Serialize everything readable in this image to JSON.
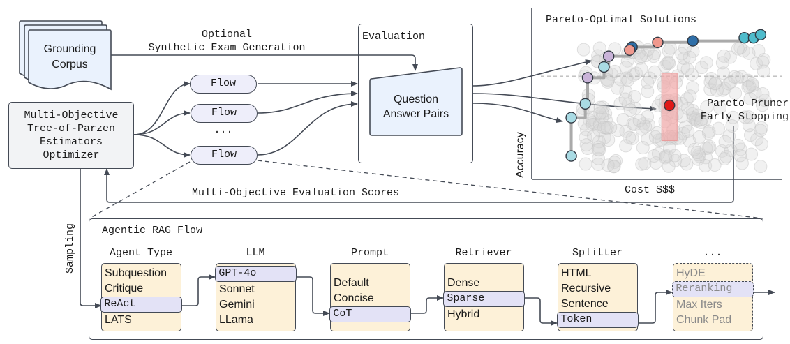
{
  "corpus": {
    "line1": "Grounding",
    "line2": "Corpus"
  },
  "synthetic_label": {
    "line1": "Optional",
    "line2": "Synthetic Exam Generation"
  },
  "optimizer": {
    "lines": [
      "Multi-Objective",
      "Tree-of-Parzen",
      "Estimators",
      "Optimizer"
    ]
  },
  "flows": [
    "Flow",
    "Flow",
    "Flow"
  ],
  "flows_ellipsis": "...",
  "evaluation": {
    "title": "Evaluation",
    "qa_line1": "Question",
    "qa_line2": "Answer Pairs"
  },
  "feedback_label": "Multi-Objective Evaluation Scores",
  "sampling_label": "Sampling",
  "chart": {
    "title": "Pareto-Optimal Solutions",
    "xlabel": "Cost $$$",
    "ylabel": "Accuracy",
    "pruner_label_line1": "Pareto Pruner",
    "pruner_label_line2": "Early Stopping"
  },
  "chart_data": {
    "type": "scatter",
    "title": "Pareto-Optimal Solutions",
    "xlabel": "Cost $$$",
    "ylabel": "Accuracy",
    "xlim": [
      0,
      100
    ],
    "ylim": [
      0,
      100
    ],
    "grid": false,
    "pareto_points": [
      {
        "x": 13,
        "y": 12,
        "color": "#a9dbe4"
      },
      {
        "x": 13,
        "y": 37,
        "color": "#a9dbe4"
      },
      {
        "x": 19,
        "y": 46,
        "color": "#a9dbe4"
      },
      {
        "x": 20,
        "y": 63,
        "color": "#c9b3d8"
      },
      {
        "x": 27,
        "y": 70,
        "color": "#a9dbe4"
      },
      {
        "x": 29,
        "y": 77,
        "color": "#c9b3d8"
      },
      {
        "x": 39,
        "y": 83,
        "color": "#2f6fa8"
      },
      {
        "x": 38,
        "y": 81,
        "color": "#f0998e"
      },
      {
        "x": 50,
        "y": 86,
        "color": "#f0998e"
      },
      {
        "x": 65,
        "y": 87,
        "color": "#2f6fa8"
      },
      {
        "x": 87,
        "y": 89,
        "color": "#4fbccc"
      },
      {
        "x": 91,
        "y": 89,
        "color": "#4fbccc"
      },
      {
        "x": 94,
        "y": 91,
        "color": "#4fbccc"
      }
    ],
    "pruned_point": {
      "x": 55,
      "y": 45,
      "color": "#e01818"
    },
    "threshold_y": 64,
    "pruner_band": {
      "x": 55,
      "y_range": [
        22,
        66
      ]
    },
    "annotation": "Pareto Pruner Early Stopping"
  },
  "rag_flow": {
    "title": "Agentic RAG Flow",
    "columns": [
      {
        "header": "Agent Type",
        "options": [
          "Subquestion",
          "Critique",
          "ReAct",
          "LATS"
        ],
        "selected": 2
      },
      {
        "header": "LLM",
        "options": [
          "GPT-4o",
          "Sonnet",
          "Gemini",
          "LLama"
        ],
        "selected": 0
      },
      {
        "header": "Prompt",
        "options": [
          "Default",
          "Concise",
          "CoT"
        ],
        "selected": 2
      },
      {
        "header": "Retriever",
        "options": [
          "Dense",
          "Sparse",
          "Hybrid"
        ],
        "selected": 1
      },
      {
        "header": "Splitter",
        "options": [
          "HTML",
          "Recursive",
          "Sentence",
          "Token"
        ],
        "selected": 3
      },
      {
        "header": "...",
        "options": [
          "HyDE",
          "Reranking",
          "Max Iters",
          "Chunk Pad"
        ],
        "selected": 1
      }
    ]
  },
  "colors": {
    "stroke": "#444a55",
    "corpus_fill": "#eaf2fd",
    "optimizer_fill": "#f2f3f5",
    "flow_fill": "#eeeefa",
    "option_fill": "#fdf1d8",
    "selected_fill": "#e3e2f6",
    "pruner_band": "#f4a6a6"
  }
}
